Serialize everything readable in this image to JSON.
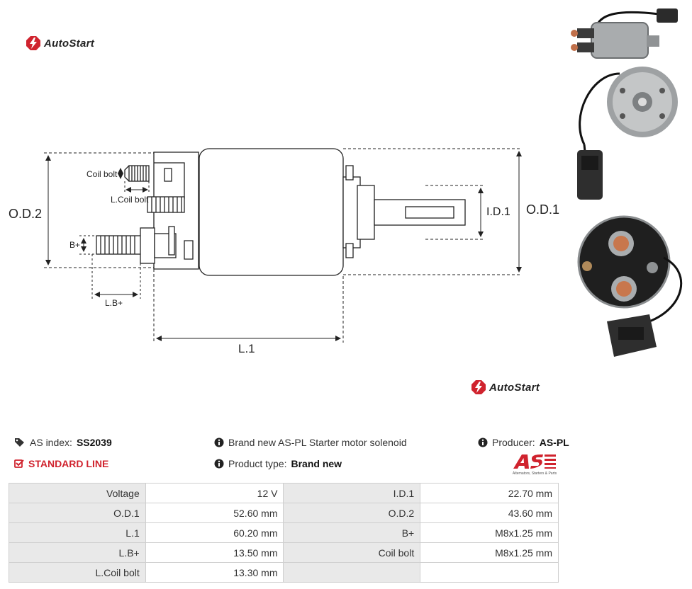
{
  "brand": {
    "name": "AutoStart",
    "accent": "#d0232e"
  },
  "diagram": {
    "od2": "O.D.2",
    "od1": "O.D.1",
    "id1": "I.D.1",
    "coil_bolt": "Coil bolt",
    "l_coil_bolt": "L.Coil bolt",
    "b_plus": "B+",
    "l_b_plus": "L.B+",
    "l1": "L.1"
  },
  "info": {
    "as_index_label": "AS index:",
    "as_index_value": "SS2039",
    "line": "STANDARD LINE",
    "description": "Brand new AS-PL Starter motor solenoid",
    "product_type_label": "Product type:",
    "product_type_value": "Brand new",
    "producer_label": "Producer:",
    "producer_value": "AS-PL",
    "producer_tagline": "Alternators, Starters & Parts"
  },
  "specs": [
    [
      "Voltage",
      "12 V",
      "I.D.1",
      "22.70 mm"
    ],
    [
      "O.D.1",
      "52.60 mm",
      "O.D.2",
      "43.60 mm"
    ],
    [
      "L.1",
      "60.20 mm",
      "B+",
      "M8x1.25 mm"
    ],
    [
      "L.B+",
      "13.50 mm",
      "Coil bolt",
      "M8x1.25 mm"
    ],
    [
      "L.Coil bolt",
      "13.30 mm",
      "",
      ""
    ]
  ]
}
